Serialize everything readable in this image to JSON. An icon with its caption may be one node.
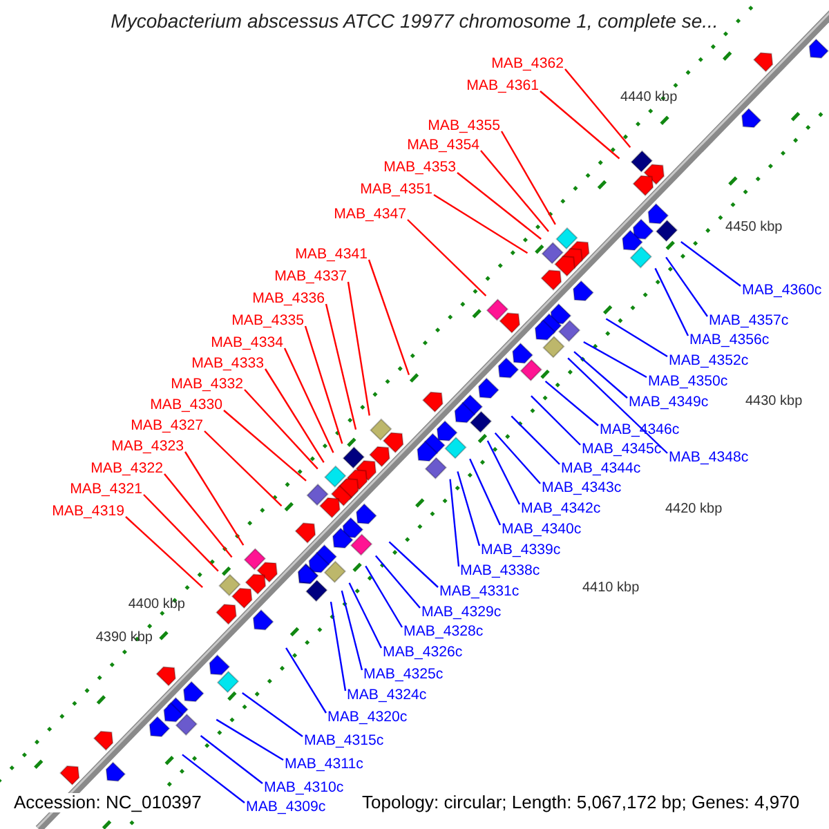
{
  "diagram": {
    "title": "Mycobacterium abscessus ATCC 19977 chromosome 1, complete se...",
    "nodes": [
      {
        "text": [
          "MAB_4362"
        ]
      },
      {
        "text": [
          "MAB_4361"
        ]
      },
      {
        "text": [
          "MAB_4355"
        ]
      },
      {
        "text": [
          "MAB_4354"
        ]
      },
      {
        "text": [
          "MAB_4353"
        ]
      },
      {
        "text": [
          "MAB_4351"
        ]
      },
      {
        "text": [
          "MAB_4347"
        ]
      },
      {
        "text": [
          "MAB_4341"
        ]
      },
      {
        "text": [
          "MAB_4337"
        ]
      },
      {
        "text": [
          "MAB_4336"
        ]
      },
      {
        "text": [
          "MAB_4335"
        ]
      },
      {
        "text": [
          "MAB_4334"
        ]
      },
      {
        "text": [
          "MAB_4333"
        ]
      },
      {
        "text": [
          "MAB_4332"
        ]
      },
      {
        "text": [
          "MAB_4330"
        ]
      },
      {
        "text": [
          "MAB_4327"
        ]
      },
      {
        "text": [
          "MAB_4323"
        ]
      },
      {
        "text": [
          "MAB_4322"
        ]
      },
      {
        "text": [
          "MAB_4321"
        ]
      },
      {
        "text": [
          "MAB_4319"
        ]
      },
      {
        "text": [
          "MAB_4360c"
        ]
      },
      {
        "text": [
          "MAB_4357c"
        ]
      },
      {
        "text": [
          "MAB_4356c"
        ]
      },
      {
        "text": [
          "MAB_4352c"
        ]
      },
      {
        "text": [
          "MAB_4350c"
        ]
      },
      {
        "text": [
          "MAB_4349c"
        ]
      },
      {
        "text": [
          "MAB_4346c"
        ]
      },
      {
        "text": [
          "MAB_4345c"
        ]
      },
      {
        "text": [
          "MAB_4348c"
        ]
      },
      {
        "text": [
          "MAB_4344c"
        ]
      },
      {
        "text": [
          "MAB_4343c"
        ]
      },
      {
        "text": [
          "MAB_4342c"
        ]
      },
      {
        "text": [
          "MAB_4340c"
        ]
      },
      {
        "text": [
          "MAB_4339c"
        ]
      },
      {
        "text": [
          "MAB_4338c"
        ]
      },
      {
        "text": [
          "MAB_4331c"
        ]
      },
      {
        "text": [
          "MAB_4329c"
        ]
      },
      {
        "text": [
          "MAB_4328c"
        ]
      },
      {
        "text": [
          "MAB_4326c"
        ]
      },
      {
        "text": [
          "MAB_4325c"
        ]
      },
      {
        "text": [
          "MAB_4324c"
        ]
      },
      {
        "text": [
          "MAB_4320c"
        ]
      },
      {
        "text": [
          "MAB_4315c"
        ]
      },
      {
        "text": [
          "MAB_4311c"
        ]
      },
      {
        "text": [
          "MAB_4310c"
        ]
      },
      {
        "text": [
          "MAB_4309c"
        ]
      }
    ],
    "edges": [
      {
        "from": 0,
        "to": null,
        "arrow": "none",
        "color": "#ff0000"
      },
      {
        "from": 1,
        "to": null,
        "arrow": "none",
        "color": "#ff0000"
      },
      {
        "from": 2,
        "to": null,
        "arrow": "none",
        "color": "#ff0000"
      },
      {
        "from": 3,
        "to": null,
        "arrow": "none",
        "color": "#ff0000"
      },
      {
        "from": 4,
        "to": null,
        "arrow": "none",
        "color": "#ff0000"
      },
      {
        "from": 5,
        "to": null,
        "arrow": "none",
        "color": "#ff0000"
      },
      {
        "from": 6,
        "to": null,
        "arrow": "none",
        "color": "#ff0000"
      },
      {
        "from": 7,
        "to": null,
        "arrow": "none",
        "color": "#ff0000"
      },
      {
        "from": 8,
        "to": null,
        "arrow": "none",
        "color": "#ff0000"
      },
      {
        "from": 9,
        "to": null,
        "arrow": "none",
        "color": "#ff0000"
      },
      {
        "from": 10,
        "to": null,
        "arrow": "none",
        "color": "#ff0000"
      },
      {
        "from": 11,
        "to": null,
        "arrow": "none",
        "color": "#ff0000"
      },
      {
        "from": 12,
        "to": null,
        "arrow": "none",
        "color": "#ff0000"
      },
      {
        "from": 13,
        "to": null,
        "arrow": "none",
        "color": "#ff0000"
      },
      {
        "from": 14,
        "to": null,
        "arrow": "none",
        "color": "#ff0000"
      },
      {
        "from": 15,
        "to": null,
        "arrow": "none",
        "color": "#ff0000"
      },
      {
        "from": 16,
        "to": null,
        "arrow": "none",
        "color": "#ff0000"
      },
      {
        "from": 17,
        "to": null,
        "arrow": "none",
        "color": "#ff0000"
      },
      {
        "from": 18,
        "to": null,
        "arrow": "none",
        "color": "#ff0000"
      },
      {
        "from": 19,
        "to": null,
        "arrow": "none",
        "color": "#ff0000"
      },
      {
        "from": 20,
        "to": null,
        "arrow": "none"
      },
      {
        "from": 21,
        "to": null,
        "arrow": "none"
      },
      {
        "from": 22,
        "to": null,
        "arrow": "none"
      },
      {
        "from": 23,
        "to": null,
        "arrow": "none"
      },
      {
        "from": 24,
        "to": null,
        "arrow": "none"
      },
      {
        "from": 25,
        "to": null,
        "arrow": "none"
      },
      {
        "from": 26,
        "to": null,
        "arrow": "none"
      },
      {
        "from": 27,
        "to": null,
        "arrow": "none"
      },
      {
        "from": 28,
        "to": null,
        "arrow": "none"
      },
      {
        "from": 29,
        "to": null,
        "arrow": "none"
      },
      {
        "from": 30,
        "to": null,
        "arrow": "none"
      },
      {
        "from": 31,
        "to": null,
        "arrow": "none"
      },
      {
        "from": 32,
        "to": null,
        "arrow": "none"
      },
      {
        "from": 33,
        "to": null,
        "arrow": "none"
      },
      {
        "from": 34,
        "to": null,
        "arrow": "none"
      },
      {
        "from": 35,
        "to": null,
        "arrow": "none"
      },
      {
        "from": 36,
        "to": null,
        "arrow": "none"
      },
      {
        "from": 37,
        "to": null,
        "arrow": "none"
      },
      {
        "from": 38,
        "to": null,
        "arrow": "none"
      },
      {
        "from": 39,
        "to": null,
        "arrow": "none"
      },
      {
        "from": 40,
        "to": null,
        "arrow": "none"
      },
      {
        "from": 41,
        "to": null,
        "arrow": "none"
      },
      {
        "from": 42,
        "to": null,
        "arrow": "none"
      },
      {
        "from": 43,
        "to": null,
        "arrow": "none"
      },
      {
        "from": 44,
        "to": null,
        "arrow": "none"
      },
      {
        "from": 45,
        "to": null,
        "arrow": "none"
      }
    ],
    "labels": [
      "4450 kbp",
      "4440 kbp",
      "4430 kbp",
      "4420 kbp",
      "4410 kbp",
      "4400 kbp",
      "4390 kbp",
      "Accession: NC_010397",
      "Topology: circular; Length: 5,067,172 bp; Genes: 4,970"
    ]
  }
}
